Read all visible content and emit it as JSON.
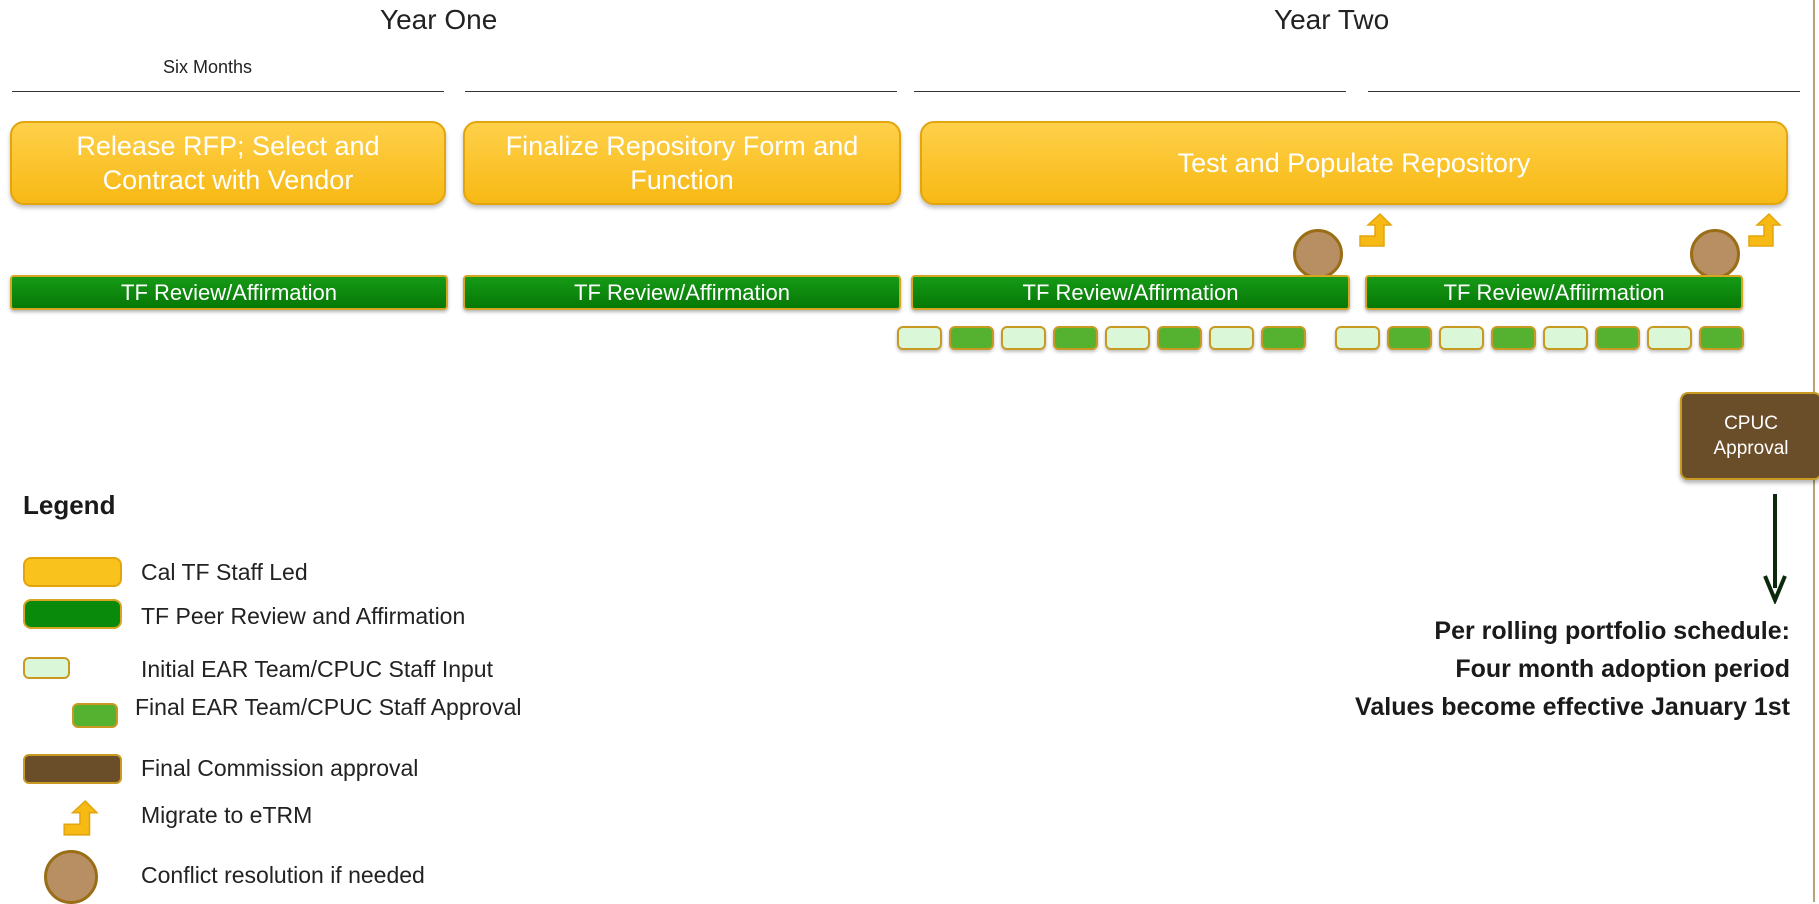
{
  "header": {
    "year_one": "Year One",
    "year_two": "Year Two",
    "six_months": "Six Months"
  },
  "phases": [
    {
      "line1": "Release RFP; Select and",
      "line2": "Contract with Vendor"
    },
    {
      "line1": "Finalize Repository Form and",
      "line2": "Function"
    },
    {
      "line1": "Test and Populate Repository",
      "line2": ""
    }
  ],
  "reviews": [
    "TF Review/Affirmation",
    "TF Review/Affirmation",
    "TF Review/Affirmation",
    "TF Review/Affiirmation"
  ],
  "cpuc": {
    "line1": "CPUC",
    "line2": "Approval"
  },
  "notes": [
    "Per rolling portfolio schedule:",
    "Four month adoption period",
    "Values become effective January 1st"
  ],
  "legend": {
    "title": "Legend",
    "items": [
      "Cal TF Staff Led",
      "TF Peer Review and Affirmation",
      "Initial EAR Team/CPUC Staff Input",
      "Final EAR Team/CPUC Staff Approval",
      "Final Commission approval",
      "Migrate to eTRM",
      "Conflict resolution if needed"
    ]
  },
  "colors": {
    "staff_led": "#f9c21c",
    "peer_review": "#0a8a0a",
    "initial_input": "#daf7d8",
    "final_approval": "#55b230",
    "commission": "#6a4e2a",
    "conflict": "#b88f63"
  },
  "icons": {
    "migrate": "migrate-arrow-icon",
    "conflict": "conflict-circle-icon",
    "down": "down-arrow-icon"
  }
}
